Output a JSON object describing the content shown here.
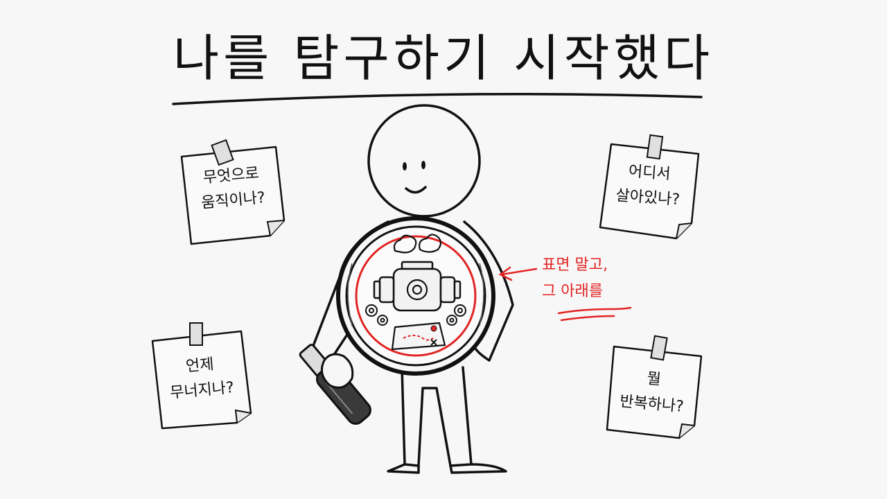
{
  "title": "나를 탐구하기 시작했다",
  "notes": {
    "top_left": [
      "무엇으로",
      "움직이나?"
    ],
    "bottom_left": [
      "언제",
      "무너지나?"
    ],
    "top_right": [
      "어디서",
      "살아있나?"
    ],
    "bottom_right": [
      "뭘",
      "반복하나?"
    ]
  },
  "annotation": [
    "표면 말고,",
    "그 아래를"
  ],
  "colors": {
    "ink": "#111111",
    "accent_red": "#e32222",
    "paper": "#f7f7f7",
    "note_paper": "#fafafa"
  },
  "icons": [
    "stick-figure",
    "magnifying-glass",
    "engine-icon",
    "gear-icon",
    "map-icon",
    "sticky-note",
    "arrow-icon"
  ]
}
